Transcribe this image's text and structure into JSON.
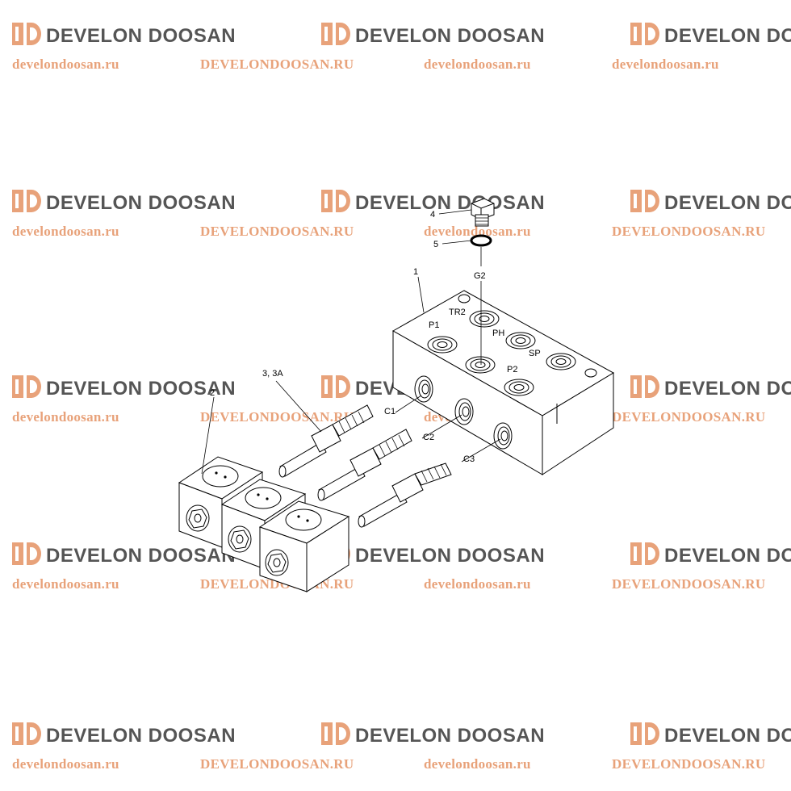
{
  "watermark": {
    "logo_text": "DEVELON DOOSAN",
    "url_lower": "develondoosan.ru",
    "url_upper": "DEVELONDOOSAN.RU",
    "logo_color": "#e8a27a",
    "text_color": "#555555"
  },
  "parts": {
    "block": "1",
    "coils": "2",
    "cartridges": "3, 3A",
    "plug": "4",
    "oring": "5"
  },
  "ports": {
    "g2": "G2",
    "tr2": "TR2",
    "p1": "P1",
    "ph": "PH",
    "sp": "SP",
    "p2": "P2",
    "c1": "C1",
    "c2": "C2",
    "c3": "C3"
  }
}
